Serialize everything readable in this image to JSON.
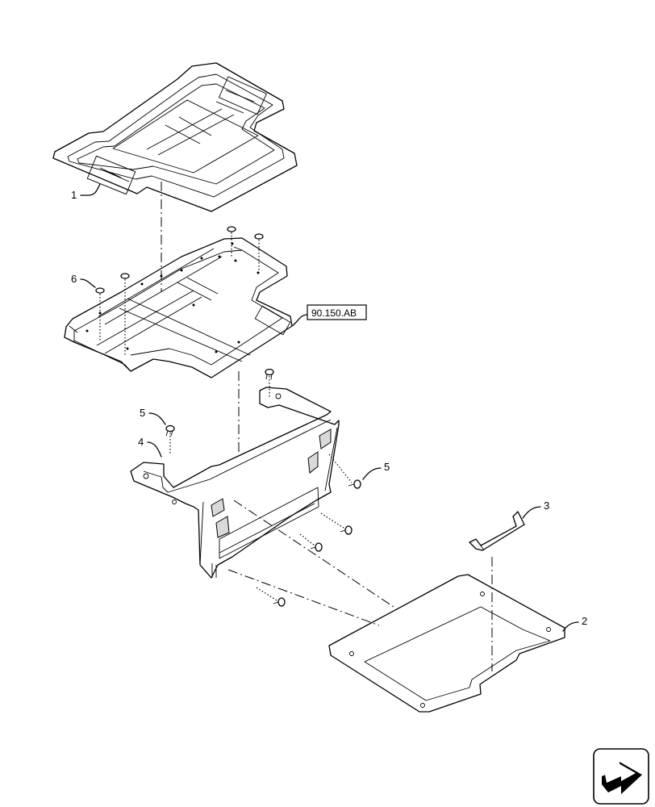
{
  "callouts": {
    "c1": "1",
    "c2": "2",
    "c3": "3",
    "c4": "4",
    "c5a": "5",
    "c5b": "5",
    "c6": "6"
  },
  "reference": {
    "label": "90.150.AB"
  },
  "nav_icon": {
    "name": "next-page-arrow-icon"
  }
}
